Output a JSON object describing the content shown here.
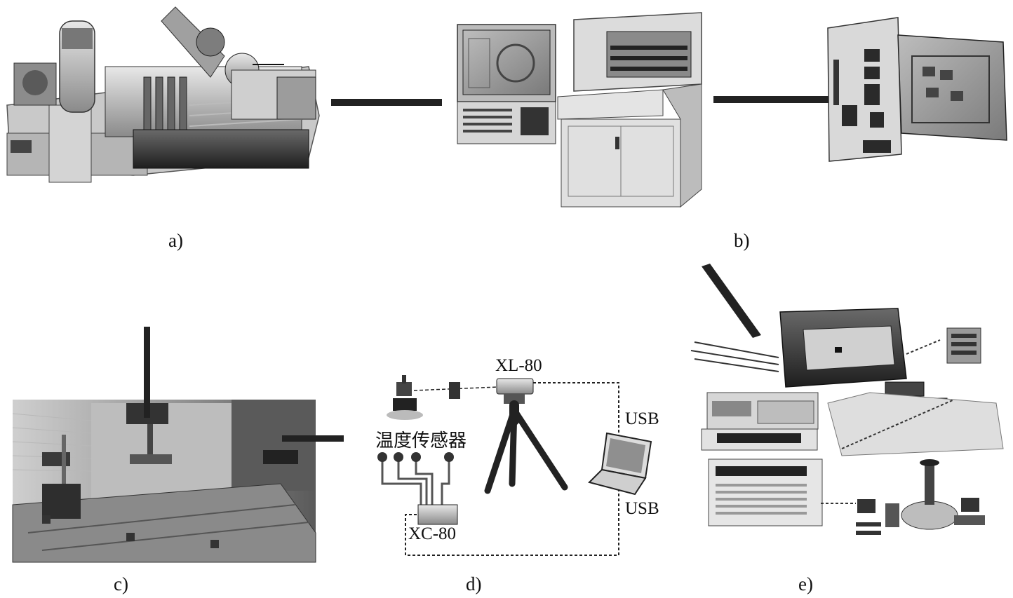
{
  "panels": {
    "a": {
      "caption": "a)"
    },
    "b": {
      "caption": "b)"
    },
    "c": {
      "caption": "c)"
    },
    "d": {
      "caption": "d)",
      "labels": {
        "laser": "XL-80",
        "usb_top": "USB",
        "usb_bottom": "USB",
        "temp_sensor": "温度传感器",
        "compensator": "XC-80"
      }
    },
    "e": {
      "caption": "e)"
    }
  },
  "colors": {
    "ink": "#111111",
    "metal_light": "#d9d9d9",
    "metal_mid": "#a8a8a8",
    "metal_dark": "#3a3a3a",
    "connector": "#2a2a2a"
  }
}
